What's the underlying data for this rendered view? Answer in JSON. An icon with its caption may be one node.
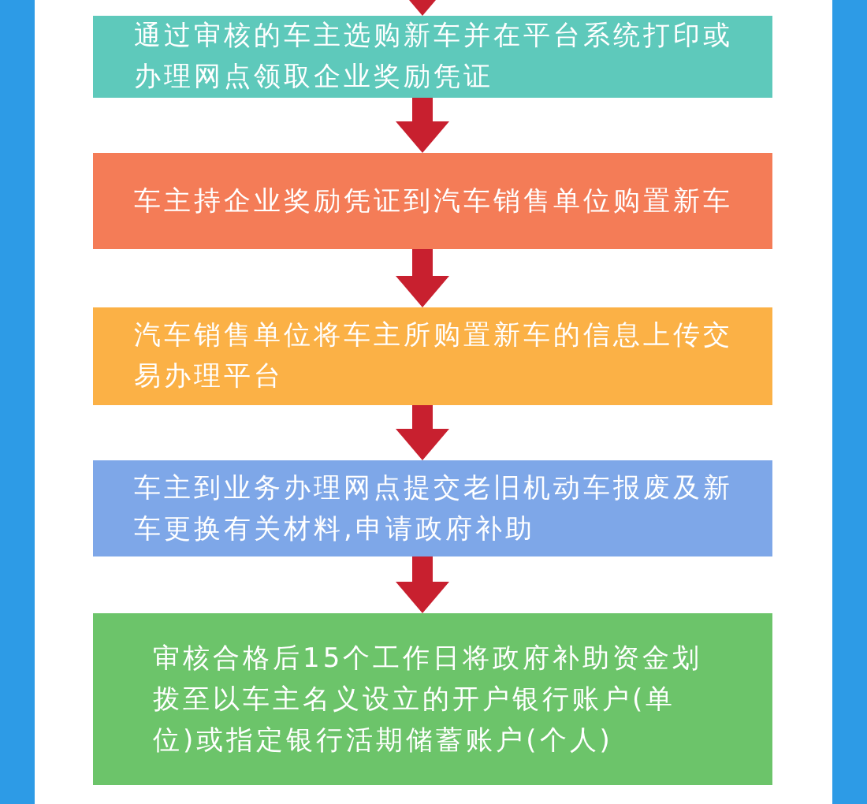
{
  "diagram": {
    "nodes": [
      {
        "text": [
          "通过审核的车主选购新车并在平台系统打印或办理网点领取企业奖励凭证"
        ]
      },
      {
        "text": [
          "车主持企业奖励凭证到汽车销售单位购置新车"
        ]
      },
      {
        "text": [
          "汽车销售单位将车主所购置新车的信息上传交易办理平台"
        ]
      },
      {
        "text": [
          "车主到业务办理网点提交老旧机动车报废及新车更换有关材料,申请政府补助"
        ]
      },
      {
        "text": [
          "审核合格后15个工作日将政府补助资金划拨至以车主名义设立的开户银行账户(单位)或指定银行活期储蓄账户(个人)"
        ]
      }
    ],
    "edges": [
      {
        "from": null,
        "to": 0,
        "arrow": "to"
      },
      {
        "from": 0,
        "to": 1,
        "arrow": "to"
      },
      {
        "from": 1,
        "to": 2,
        "arrow": "to"
      },
      {
        "from": 2,
        "to": 3,
        "arrow": "to"
      },
      {
        "from": 3,
        "to": 4,
        "arrow": "to"
      }
    ]
  }
}
